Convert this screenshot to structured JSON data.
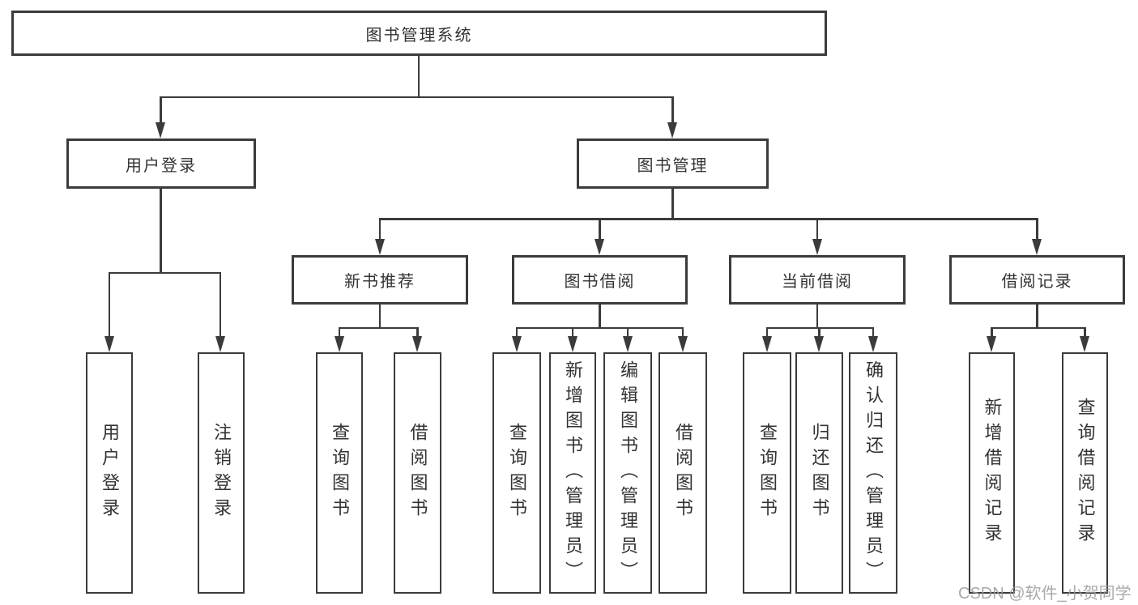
{
  "nodes": {
    "root": {
      "label": "图书管理系统"
    },
    "user_login": {
      "label": "用户登录"
    },
    "book_management": {
      "label": "图书管理"
    },
    "new_book_recommend": {
      "label": "新书推荐"
    },
    "book_borrow": {
      "label": "图书借阅"
    },
    "current_borrow": {
      "label": "当前借阅"
    },
    "borrow_records": {
      "label": "借阅记录"
    },
    "login_user_login": {
      "label": "用户登录"
    },
    "login_logout": {
      "label": "注销登录"
    },
    "rec_query_books": {
      "label": "查询图书"
    },
    "rec_borrow_books": {
      "label": "借阅图书"
    },
    "bb_query_books": {
      "label": "查询图书"
    },
    "bb_add_books_admin": {
      "label": "新增图书（管理员）"
    },
    "bb_edit_books_admin": {
      "label": "编辑图书（管理员）"
    },
    "bb_borrow_books": {
      "label": "借阅图书"
    },
    "cb_query_books": {
      "label": "查询图书"
    },
    "cb_return_books": {
      "label": "归还图书"
    },
    "cb_confirm_return_admin": {
      "label": "确认归还（管理员）"
    },
    "br_add_record": {
      "label": "新增借阅记录"
    },
    "br_query_record": {
      "label": "查询借阅记录"
    }
  },
  "hierarchy": {
    "图书管理系统": {
      "用户登录": [
        "用户登录",
        "注销登录"
      ],
      "图书管理": {
        "新书推荐": [
          "查询图书",
          "借阅图书"
        ],
        "图书借阅": [
          "查询图书",
          "新增图书（管理员）",
          "编辑图书（管理员）",
          "借阅图书"
        ],
        "当前借阅": [
          "查询图书",
          "归还图书",
          "确认归还（管理员）"
        ],
        "借阅记录": [
          "新增借阅记录",
          "查询借阅记录"
        ]
      }
    }
  },
  "colors": {
    "line": "#3b3b3b",
    "box_border": "#3b3b3b",
    "text": "#333333",
    "background": "#ffffff",
    "watermark": "#9a9a9a"
  },
  "watermark": {
    "text": "CSDN @软件_小贺同学"
  }
}
